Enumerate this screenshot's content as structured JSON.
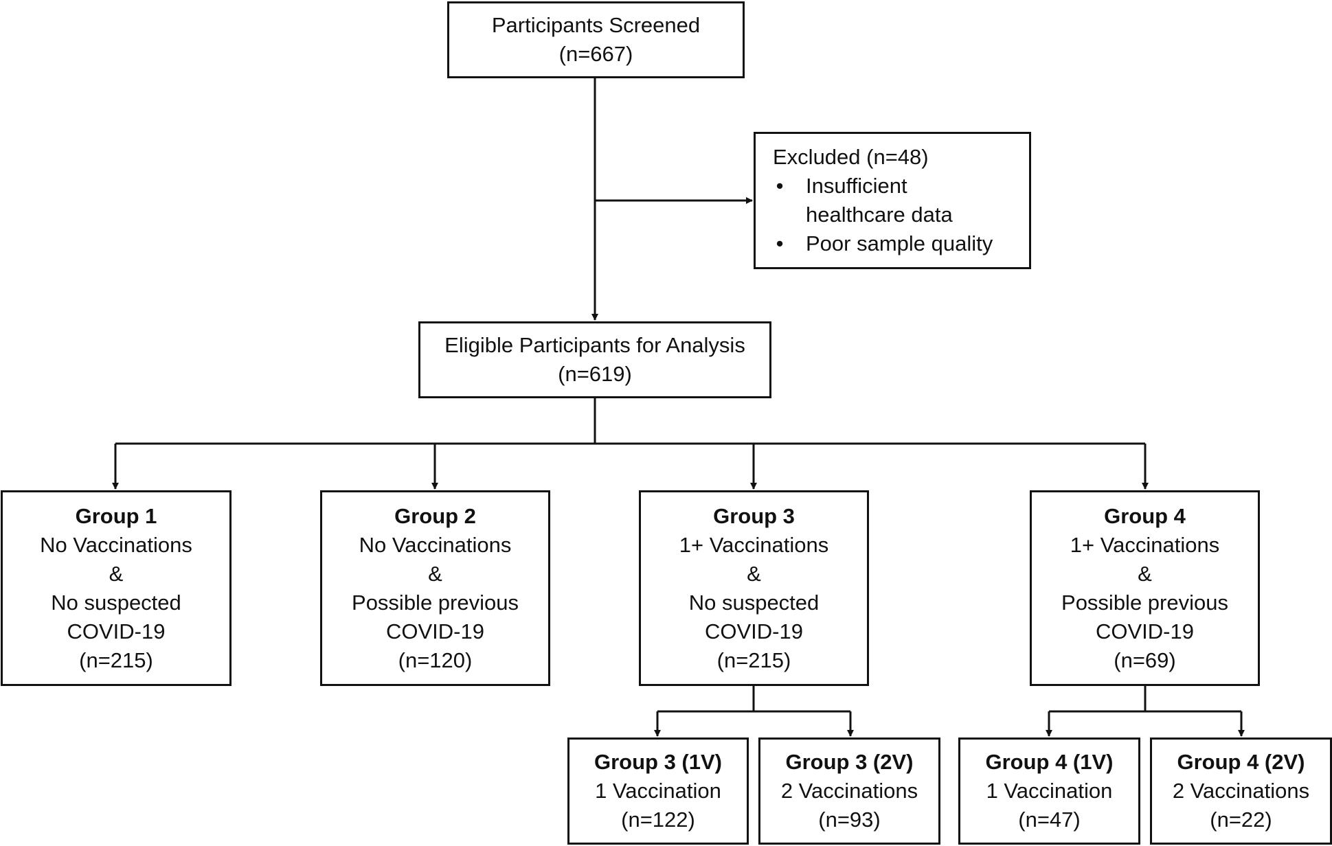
{
  "screened": {
    "title": "Participants Screened",
    "count": "(n=667)"
  },
  "excluded": {
    "title": "Excluded (n=48)",
    "bullet": "•",
    "reasons": [
      "Insufficient",
      "healthcare data",
      "Poor sample quality"
    ]
  },
  "eligible": {
    "title": "Eligible Participants for Analysis",
    "count": "(n=619)"
  },
  "groups": [
    {
      "name": "Group 1",
      "lines": [
        "No Vaccinations",
        "&",
        "No suspected",
        "COVID-19"
      ],
      "count": "(n=215)"
    },
    {
      "name": "Group 2",
      "lines": [
        "No Vaccinations",
        "&",
        "Possible previous",
        "COVID-19"
      ],
      "count": "(n=120)"
    },
    {
      "name": "Group 3",
      "lines": [
        "1+ Vaccinations",
        "&",
        "No suspected",
        "COVID-19"
      ],
      "count": "(n=215)"
    },
    {
      "name": "Group 4",
      "lines": [
        "1+ Vaccinations",
        "&",
        "Possible previous",
        "COVID-19"
      ],
      "count": "(n=69)"
    }
  ],
  "subgroups": [
    {
      "name": "Group 3 (1V)",
      "desc": "1 Vaccination",
      "count": "(n=122)"
    },
    {
      "name": "Group 3 (2V)",
      "desc": "2 Vaccinations",
      "count": "(n=93)"
    },
    {
      "name": "Group 4 (1V)",
      "desc": "1 Vaccination",
      "count": "(n=47)"
    },
    {
      "name": "Group 4 (2V)",
      "desc": "2 Vaccinations",
      "count": "(n=22)"
    }
  ]
}
